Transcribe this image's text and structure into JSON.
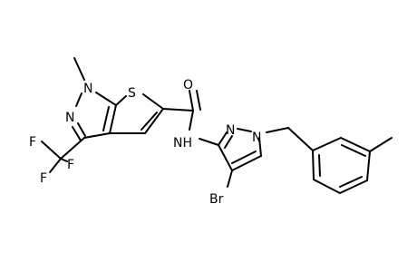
{
  "atoms": {
    "n1": "N",
    "n2": "N",
    "s": "S",
    "o": "O",
    "nh": "NH",
    "n_pz1": "N",
    "n_pz2": "N",
    "br": "Br",
    "f1": "F",
    "f2": "F",
    "f3": "F"
  }
}
